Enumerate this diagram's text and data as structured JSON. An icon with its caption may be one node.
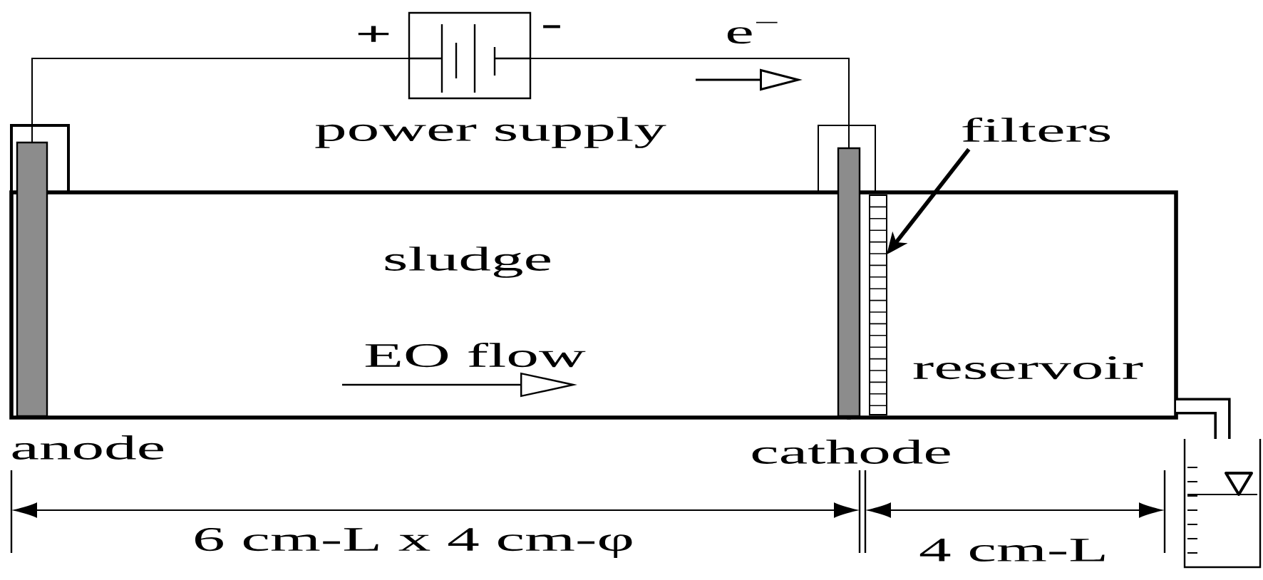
{
  "diagram": {
    "nodes": [
      {
        "text": [
          "power supply"
        ],
        "beside": [
          "+",
          "-"
        ]
      },
      {
        "text": [],
        "shape": "bar",
        "beside": [
          "anode"
        ]
      },
      {
        "text": [
          "sludge",
          "EO flow"
        ]
      },
      {
        "text": [],
        "shape": "bar",
        "beside": [
          "cathode"
        ]
      },
      {
        "text": [
          "filters"
        ]
      },
      {
        "text": [
          "reservoir"
        ]
      },
      {
        "text": [],
        "shape": "bar",
        "in": 5
      },
      {
        "text": [],
        "shape": "picture"
      }
    ],
    "edges": [
      {
        "from": 0,
        "to": 1,
        "arrow": "none"
      },
      {
        "from": 0,
        "to": 3,
        "arrow": "none"
      },
      {
        "from": 4,
        "to": 6,
        "arrow": "to",
        "style": "thick"
      },
      {
        "from": 5,
        "to": 7,
        "arrow": "none",
        "style": "thick"
      }
    ],
    "labels": [
      "e$^{−}$",
      "6 cm-L x 4 cm-φ",
      "4 cm-L"
    ]
  }
}
